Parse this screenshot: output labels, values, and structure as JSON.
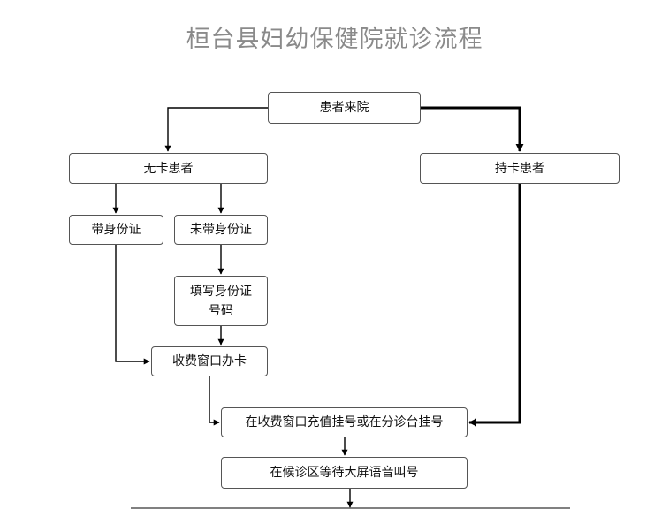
{
  "title": "桓台县妇幼保健院就诊流程",
  "nodes": {
    "arrival": "患者来院",
    "no_card": "无卡患者",
    "with_card": "持卡患者",
    "with_id": "带身份证",
    "without_id": "未带身份证",
    "fill_id": "填写身份证\n号码",
    "issue_card": "收费窗口办卡",
    "register": "在收费窗口充值挂号或在分诊台挂号",
    "wait": "在候诊区等待大屏语音叫号"
  }
}
